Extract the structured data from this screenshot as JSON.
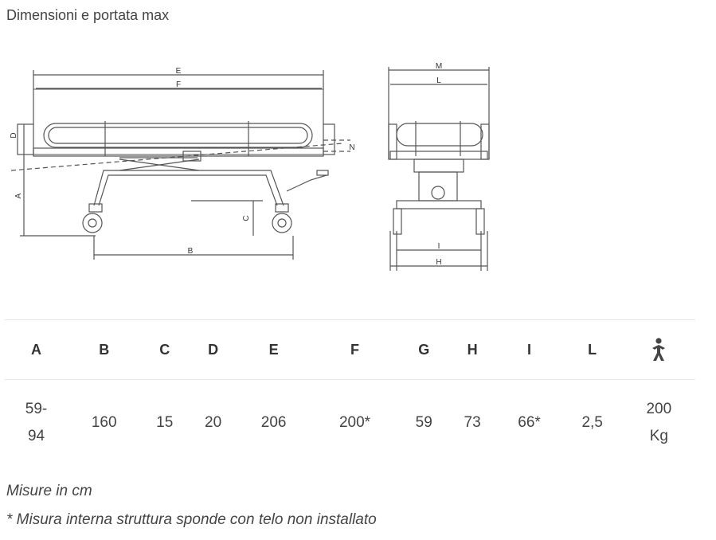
{
  "title": "Dimensioni e portata max",
  "diagram": {
    "side_labels": [
      "E",
      "F",
      "D",
      "A",
      "C",
      "B",
      "N"
    ],
    "front_labels": [
      "M",
      "L",
      "I",
      "H"
    ]
  },
  "table": {
    "headers": [
      "A",
      "B",
      "C",
      "D",
      "E",
      "F",
      "G",
      "H",
      "I",
      "L"
    ],
    "weight_icon": "person-icon",
    "values": [
      {
        "l1": "59-",
        "l2": "94"
      },
      {
        "l1": "160",
        "l2": ""
      },
      {
        "l1": "15",
        "l2": ""
      },
      {
        "l1": "20",
        "l2": ""
      },
      {
        "l1": "206",
        "l2": ""
      },
      {
        "l1": "200*",
        "l2": ""
      },
      {
        "l1": "59",
        "l2": ""
      },
      {
        "l1": "73",
        "l2": ""
      },
      {
        "l1": "66*",
        "l2": ""
      },
      {
        "l1": "2,5",
        "l2": ""
      },
      {
        "l1": "200",
        "l2": "Kg"
      }
    ]
  },
  "notes": {
    "units": "Misure in cm",
    "asterisk": "* Misura interna struttura sponde con telo non installato"
  },
  "colors": {
    "line": "#555555",
    "rule": "#e6e6e6"
  }
}
